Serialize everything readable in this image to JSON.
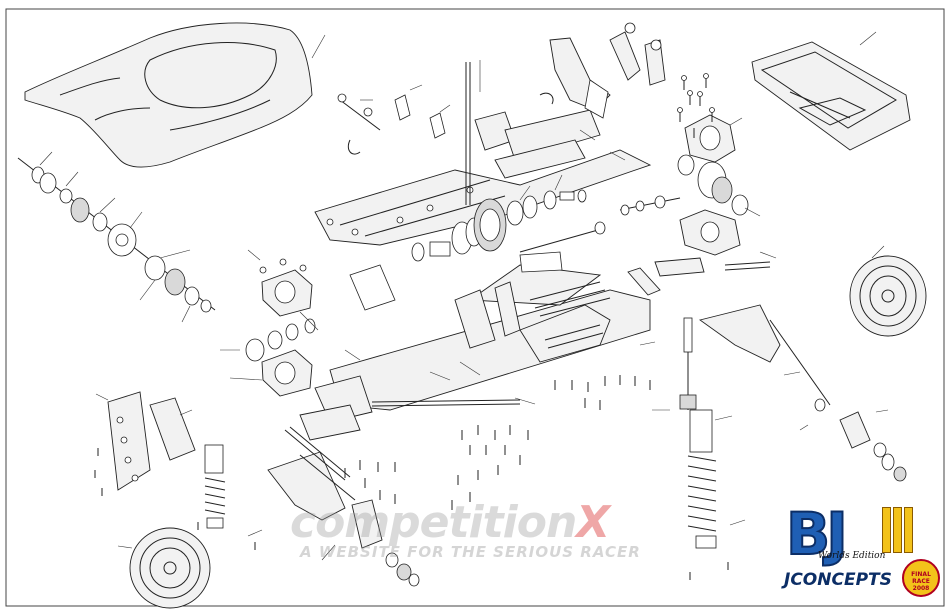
{
  "watermark": {
    "title_main": "competition",
    "title_accent": "X",
    "tagline": "A WEBSITE FOR THE SERIOUS RACER"
  },
  "logo": {
    "mark": "BJ",
    "edition": "Worlds Edition",
    "brand": "JCONCEPTS",
    "badge": "FINAL RACE 2008"
  },
  "colors": {
    "logo_blue": "#1f5fb4",
    "logo_navy": "#0c2e66",
    "logo_yellow": "#f3c21a",
    "watermark_red": "#dc3c3c"
  }
}
